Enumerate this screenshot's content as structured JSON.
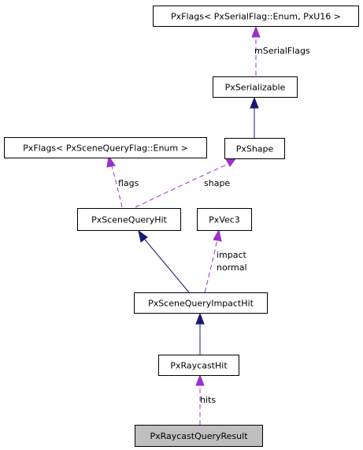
{
  "nodes": {
    "pxflags_serial": {
      "label": "PxFlags< PxSerialFlag::Enum, PxU16 >"
    },
    "pxserializable": {
      "label": "PxSerializable"
    },
    "pxflags_scenequery": {
      "label": "PxFlags< PxSceneQueryFlag::Enum >"
    },
    "pxshape": {
      "label": "PxShape"
    },
    "pxscenequeryhit": {
      "label": "PxSceneQueryHit"
    },
    "pxvec3": {
      "label": "PxVec3"
    },
    "pxscenequeryimpacthit": {
      "label": "PxSceneQueryImpactHit"
    },
    "pxraycasthit": {
      "label": "PxRaycastHit"
    },
    "pxraycastqueryresult": {
      "label": "PxRaycastQueryResult"
    }
  },
  "edge_labels": {
    "m_serial_flags": "mSerialFlags",
    "flags": "flags",
    "shape": "shape",
    "impact": "impact",
    "normal": "normal",
    "hits": "hits"
  },
  "colors": {
    "inheritance": "#191970",
    "usage": "#9a32cd",
    "highlight_fill": "#bfbfbf"
  }
}
